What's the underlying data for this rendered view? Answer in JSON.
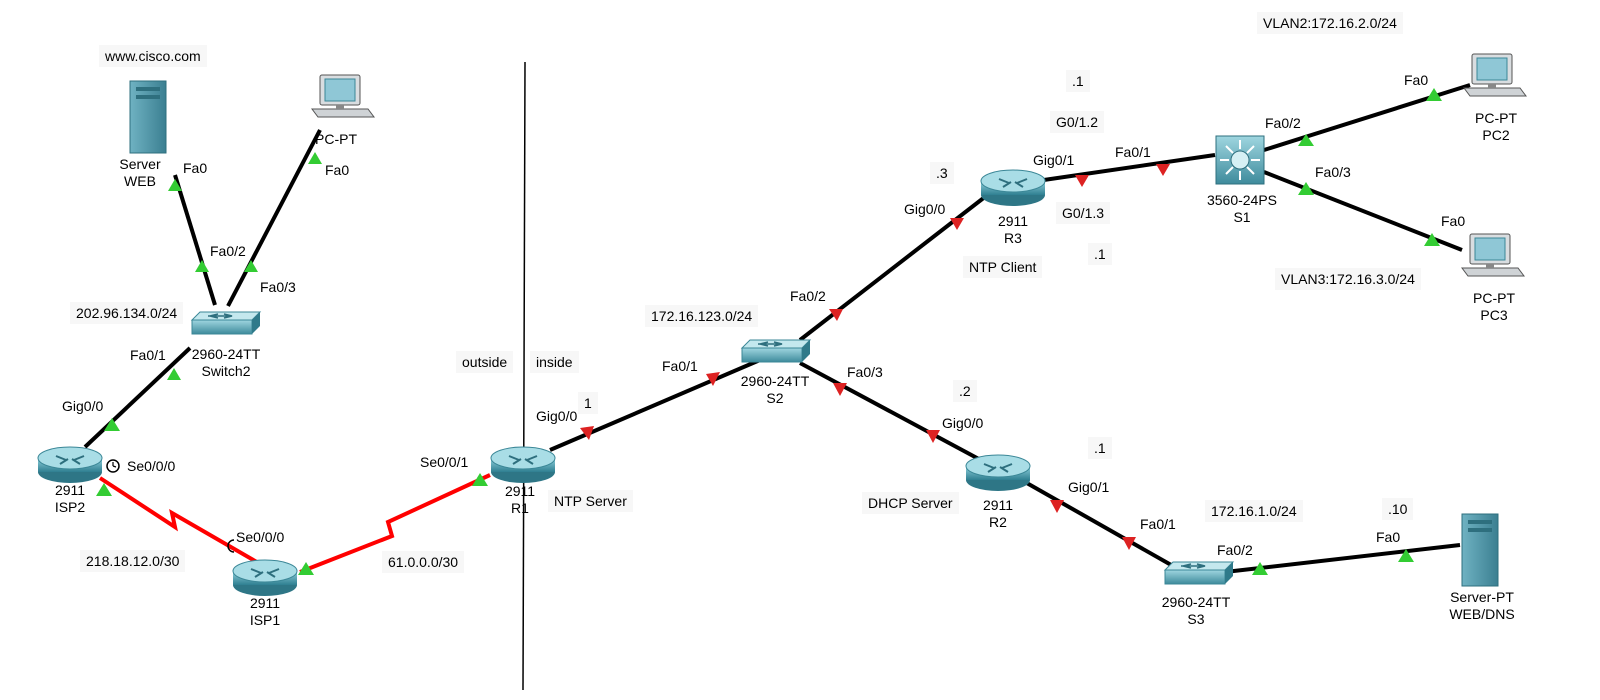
{
  "notes": {
    "cisco": "www.cisco.com",
    "net_isp2_sw2": "202.96.134.0/24",
    "net_isp2_isp1": "218.18.12.0/30",
    "net_isp1_r1": "61.0.0.0/30",
    "outside": "outside",
    "inside": "inside",
    "net_s2": "172.16.123.0/24",
    "vlan2": "VLAN2:172.16.2.0/24",
    "vlan3": "VLAN3:172.16.3.0/24",
    "net_s3": "172.16.1.0/24",
    "r3_g0_1_2": "G0/1.2",
    "r3_g0_1_3": "G0/1.3",
    "r3_dot1_top": ".1",
    "r3_dot1_bottom": ".1",
    "r3_dot3": ".3",
    "r2_dot2": ".2",
    "r2_dot1": ".1",
    "server_dot10": ".10",
    "r1_dot1": "1",
    "ntp_client": "NTP Client",
    "ntp_server": "NTP Server",
    "dhcp_server": "DHCP Server"
  },
  "devices": {
    "server_web": {
      "model": "Server",
      "name": "WEB"
    },
    "pc_top": {
      "model": "PC-PT"
    },
    "switch2": {
      "model": "2960-24TT",
      "name": "Switch2"
    },
    "isp2": {
      "model": "2911",
      "name": "ISP2"
    },
    "isp1": {
      "model": "2911",
      "name": "ISP1"
    },
    "r1": {
      "model": "2911",
      "name": "R1"
    },
    "s2": {
      "model": "2960-24TT",
      "name": "S2"
    },
    "r3": {
      "model": "2911",
      "name": "R3"
    },
    "s1": {
      "model": "3560-24PS",
      "name": "S1"
    },
    "pc2": {
      "model": "PC-PT",
      "name": "PC2"
    },
    "pc3": {
      "model": "PC-PT",
      "name": "PC3"
    },
    "r2": {
      "model": "2911",
      "name": "R2"
    },
    "s3": {
      "model": "2960-24TT",
      "name": "S3"
    },
    "server_dns": {
      "model": "Server-PT",
      "name": "WEB/DNS"
    }
  },
  "ports": {
    "web_fa0": "Fa0",
    "pc_fa0": "Fa0",
    "sw2_fa0_2": "Fa0/2",
    "sw2_fa0_3": "Fa0/3",
    "sw2_fa0_1": "Fa0/1",
    "isp2_gig0_0": "Gig0/0",
    "isp2_se0_0_0": "Se0/0/0",
    "isp1_se0_0_0": "Se0/0/0",
    "r1_se0_0_1": "Se0/0/1",
    "r1_gig0_0": "Gig0/0",
    "s2_fa0_1": "Fa0/1",
    "s2_fa0_2": "Fa0/2",
    "s2_fa0_3": "Fa0/3",
    "r3_gig0_0": "Gig0/0",
    "r3_gig0_1": "Gig0/1",
    "s1_fa0_1": "Fa0/1",
    "s1_fa0_2": "Fa0/2",
    "s1_fa0_3": "Fa0/3",
    "pc2_fa0": "Fa0",
    "pc3_fa0": "Fa0",
    "r2_gig0_0": "Gig0/0",
    "r2_gig0_1": "Gig0/1",
    "s3_fa0_1": "Fa0/1",
    "s3_fa0_2": "Fa0/2",
    "dns_fa0": "Fa0"
  },
  "colors": {
    "link": "#000000",
    "serial_link": "#ff0000",
    "status_up": "#33cc33",
    "status_down": "#dd2222",
    "router": "#4d9fae",
    "switch": "#4d9fae",
    "server": "#4a8ea0"
  }
}
